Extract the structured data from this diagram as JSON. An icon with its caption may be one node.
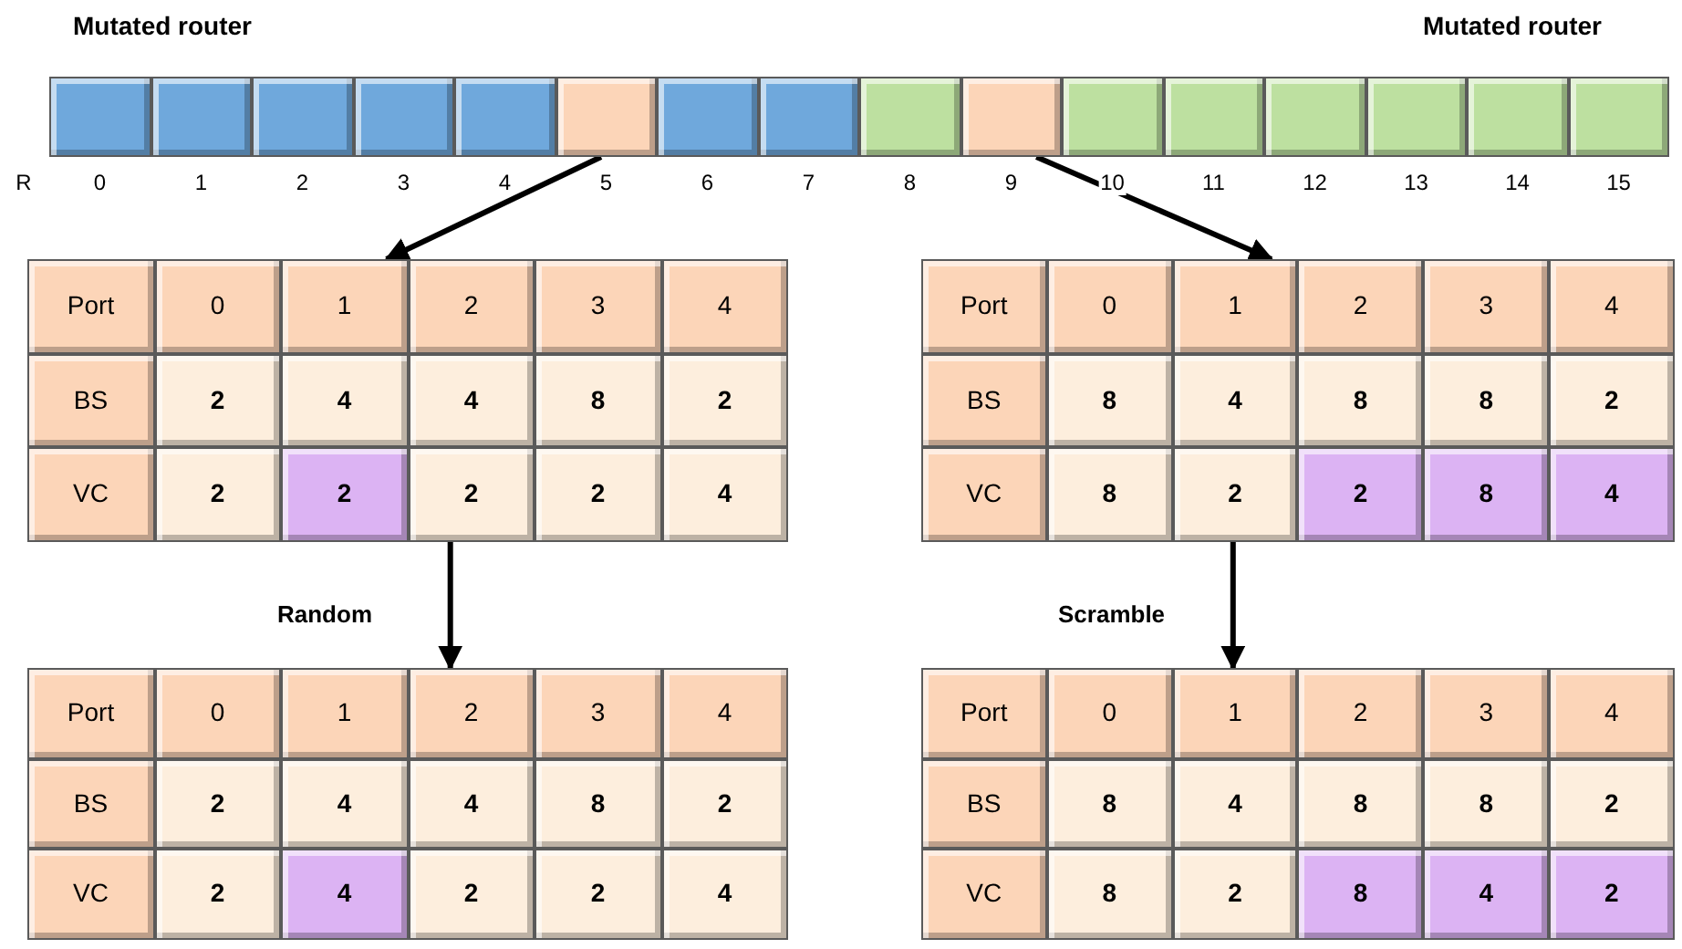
{
  "diagram": {
    "nodes": [
      {
        "text": [],
        "shape": "box"
      },
      {
        "text": [],
        "shape": "box"
      },
      {
        "text": [],
        "shape": "box"
      },
      {
        "text": [],
        "shape": "box"
      },
      {
        "text": [],
        "shape": "box"
      },
      {
        "text": [],
        "shape": "box"
      },
      {
        "text": [],
        "shape": "box"
      },
      {
        "text": [],
        "shape": "box"
      },
      {
        "text": [],
        "shape": "box"
      },
      {
        "text": [],
        "shape": "box"
      },
      {
        "text": [],
        "shape": "box"
      },
      {
        "text": [],
        "shape": "box"
      },
      {
        "text": [],
        "shape": "box"
      },
      {
        "text": [],
        "shape": "box"
      },
      {
        "text": [],
        "shape": "box"
      },
      {
        "text": [],
        "shape": "box"
      },
      {
        "text": [
          "Port",
          "0",
          "1",
          "2",
          "3",
          "4",
          "BS",
          "2",
          "4",
          "4",
          "8",
          "2",
          "VC",
          "2",
          "2",
          "2",
          "2",
          "4"
        ]
      },
      {
        "text": [
          "Port",
          "0",
          "1",
          "2",
          "3",
          "4",
          "BS",
          "8",
          "4",
          "8",
          "8",
          "2",
          "VC",
          "8",
          "2",
          "2",
          "8",
          "4"
        ]
      },
      {
        "text": [
          "Port",
          "0",
          "1",
          "2",
          "3",
          "4",
          "BS",
          "2",
          "4",
          "4",
          "8",
          "2",
          "VC",
          "2",
          "4",
          "2",
          "2",
          "4"
        ]
      },
      {
        "text": [
          "Port",
          "0",
          "1",
          "2",
          "3",
          "4",
          "BS",
          "8",
          "4",
          "8",
          "8",
          "2",
          "VC",
          "8",
          "2",
          "8",
          "4",
          "2"
        ]
      }
    ],
    "edges": [
      {
        "from": 5,
        "to": 16,
        "arrow": "to"
      },
      {
        "from": 9,
        "to": 17,
        "arrow": "to"
      },
      {
        "from": 16,
        "to": 18,
        "arrow": "to",
        "label": "Random"
      },
      {
        "from": 17,
        "to": 19,
        "arrow": "to",
        "label": "Scramble"
      }
    ],
    "labels": [
      "Mutated router",
      "Mutated router",
      "R",
      "0",
      "1",
      "2",
      "3",
      "4",
      "5",
      "6",
      "7",
      "8",
      "9",
      "10",
      "11",
      "12",
      "13",
      "14",
      "15"
    ]
  }
}
